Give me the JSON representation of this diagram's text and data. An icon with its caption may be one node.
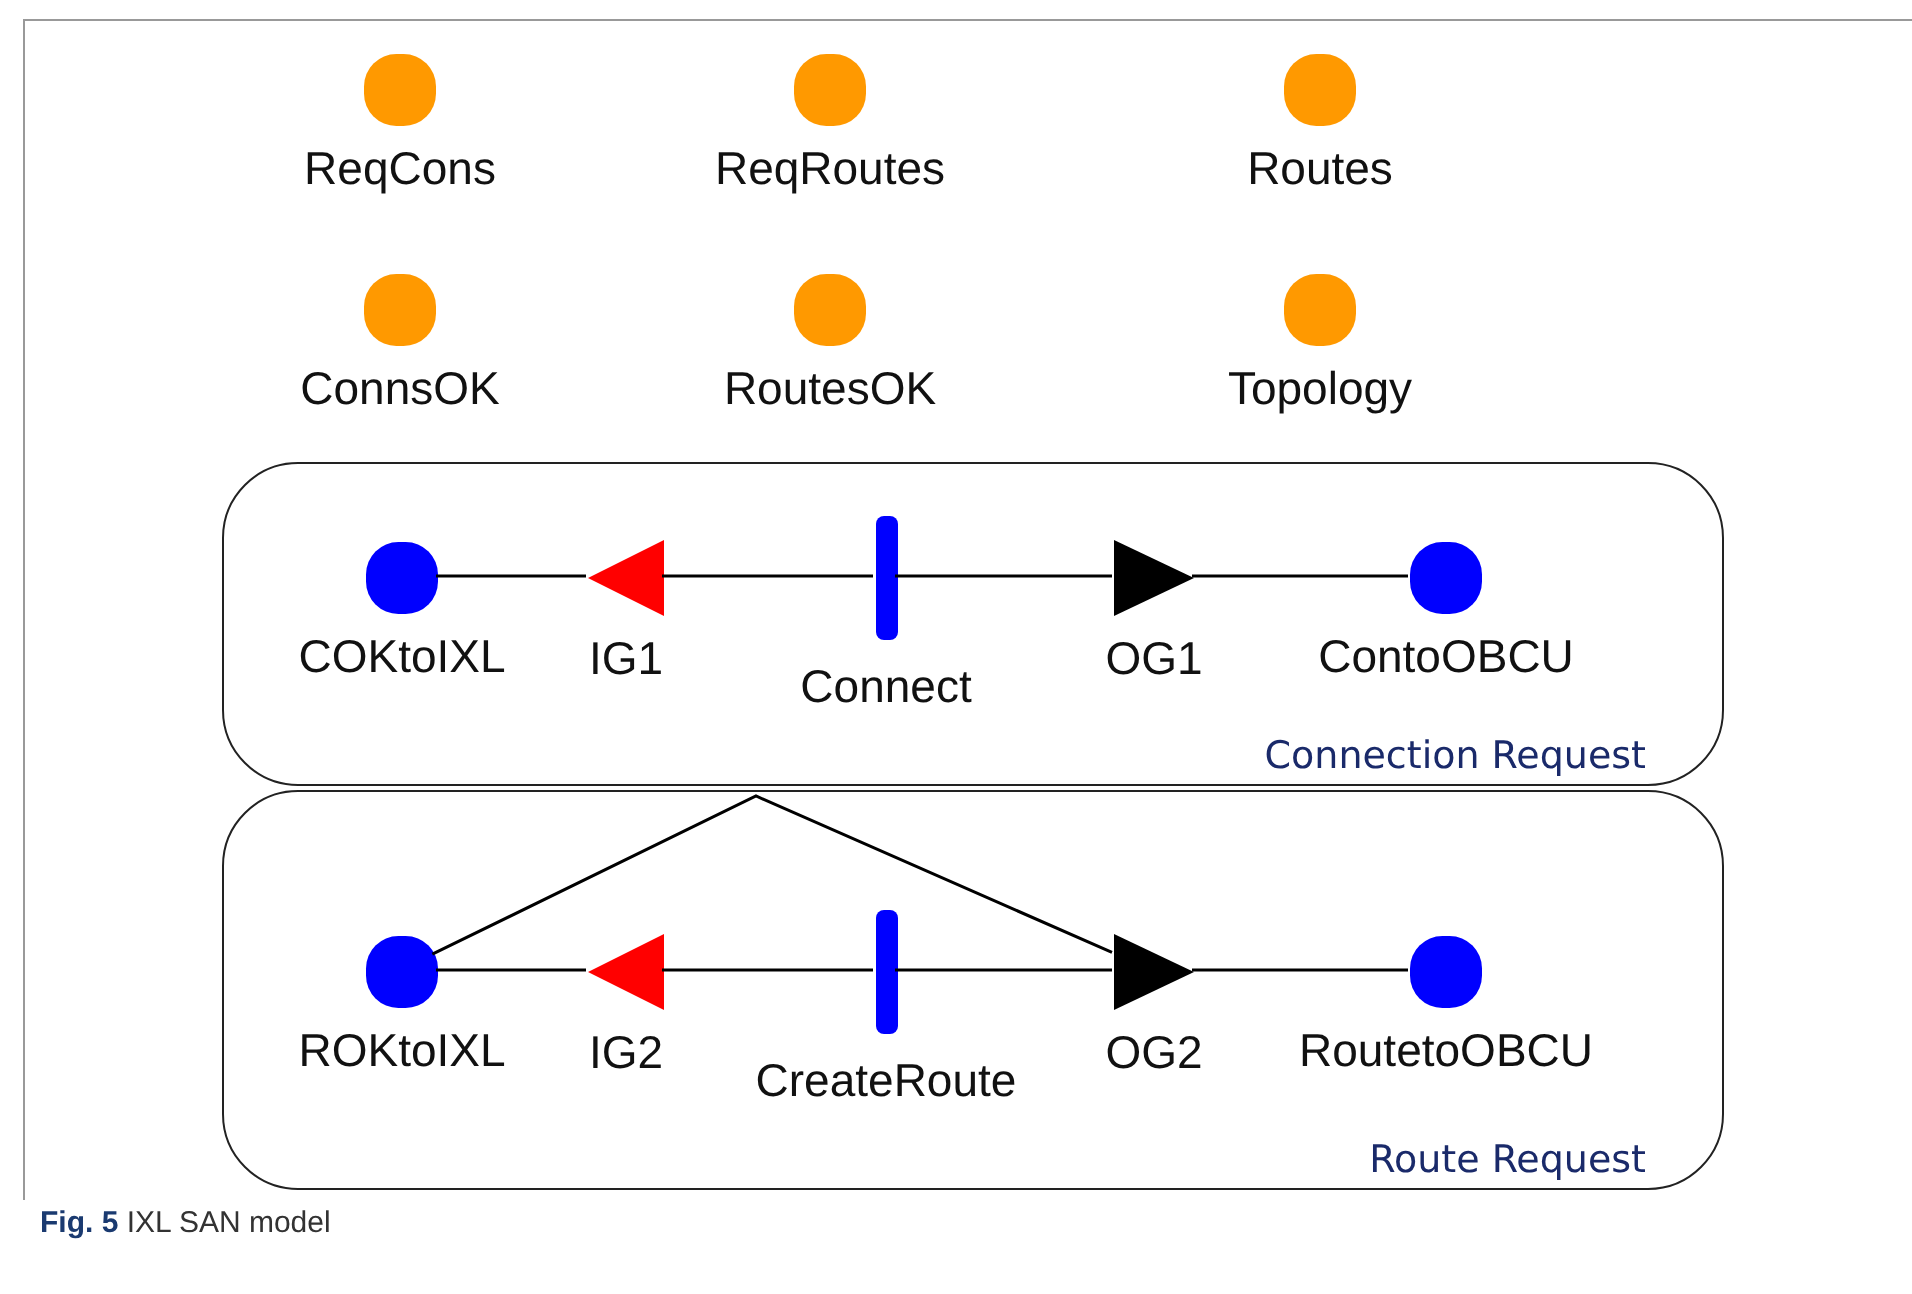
{
  "diagram": {
    "caption": "**Fig. 5** IXL SAN model",
    "nodes": [
      {
        "text": [
          "ReqCons"
        ]
      },
      {
        "text": [
          "ReqRoutes"
        ]
      },
      {
        "text": [
          "Routes"
        ]
      },
      {
        "text": [
          "ConnsOK"
        ]
      },
      {
        "text": [
          "RoutesOK"
        ]
      },
      {
        "text": [
          "Topology"
        ]
      },
      {
        "text": [
          "Connection Request"
        ]
      },
      {
        "text": [
          "COKtoIXL"
        ],
        "in": 6
      },
      {
        "text": [
          "IG1"
        ],
        "in": 6
      },
      {
        "text": [
          "Connect"
        ],
        "in": 6
      },
      {
        "text": [
          "OG1"
        ],
        "in": 6
      },
      {
        "text": [
          "ContoOBCU"
        ],
        "in": 6
      },
      {
        "text": [
          "Route Request"
        ]
      },
      {
        "text": [
          "ROKtoIXL"
        ],
        "in": 12
      },
      {
        "text": [
          "IG2"
        ],
        "in": 12
      },
      {
        "text": [
          "CreateRoute"
        ],
        "in": 12
      },
      {
        "text": [
          "OG2"
        ],
        "in": 12
      },
      {
        "text": [
          "RoutetoOBCU"
        ],
        "in": 12
      }
    ],
    "edges": [
      {
        "from": 7,
        "to": 8,
        "arrow": "none"
      },
      {
        "from": 8,
        "to": 9,
        "arrow": "none"
      },
      {
        "from": 9,
        "to": 10,
        "arrow": "none"
      },
      {
        "from": 10,
        "to": 11,
        "arrow": "none"
      },
      {
        "from": 13,
        "to": 14,
        "arrow": "none"
      },
      {
        "from": 14,
        "to": 15,
        "arrow": "none"
      },
      {
        "from": 15,
        "to": 16,
        "arrow": "none"
      },
      {
        "from": 16,
        "to": 17,
        "arrow": "none"
      },
      {
        "from": 13,
        "to": 16,
        "arrow": "none"
      }
    ]
  }
}
